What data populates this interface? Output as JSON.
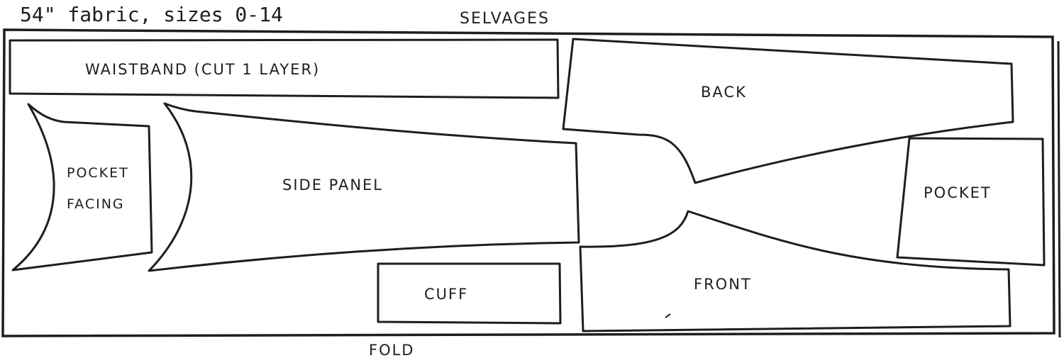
{
  "header": {
    "note": "54\" fabric, sizes 0-14",
    "top_edge_label": "SELVAGES",
    "bottom_edge_label": "FOLD"
  },
  "pieces": {
    "waistband": "WAISTBAND (CUT 1 LAYER)",
    "back": "BACK",
    "pocket_facing_line1": "POCKET",
    "pocket_facing_line2": "FACING",
    "side_panel": "SIDE PANEL",
    "pocket": "POCKET",
    "front": "FRONT",
    "cuff": "CUFF"
  }
}
